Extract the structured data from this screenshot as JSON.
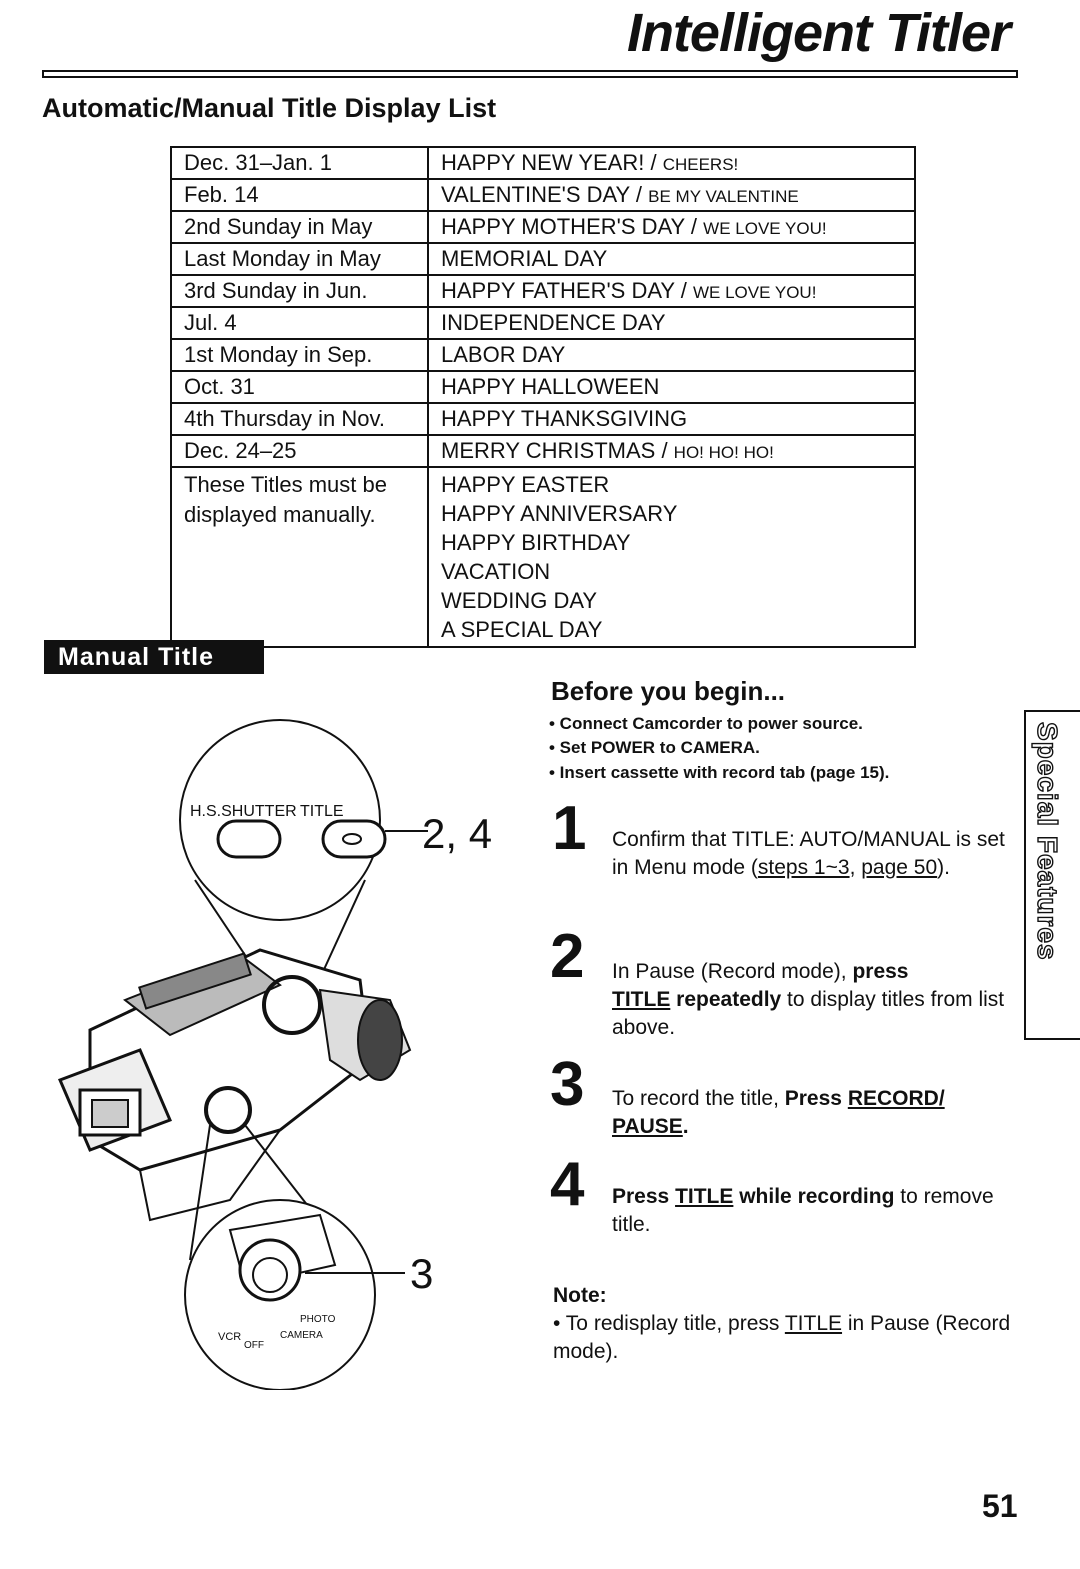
{
  "header": {
    "title": "Intelligent Titler",
    "subheading": "Automatic/Manual Title Display List"
  },
  "table": {
    "rows": [
      {
        "date": "Dec. 31–Jan. 1",
        "title_main": "HAPPY NEW YEAR! / ",
        "title_small": "CHEERS!"
      },
      {
        "date": "Feb. 14",
        "title_main": "VALENTINE'S DAY / ",
        "title_small": "BE MY VALENTINE"
      },
      {
        "date": "2nd Sunday in May",
        "title_main": "HAPPY MOTHER'S DAY / ",
        "title_small": "WE LOVE YOU!"
      },
      {
        "date": "Last Monday in May",
        "title_main": "MEMORIAL DAY",
        "title_small": ""
      },
      {
        "date": "3rd Sunday in Jun.",
        "title_main": "HAPPY FATHER'S DAY / ",
        "title_small": "WE LOVE YOU!"
      },
      {
        "date": "Jul. 4",
        "title_main": "INDEPENDENCE DAY",
        "title_small": ""
      },
      {
        "date": "1st Monday in Sep.",
        "title_main": "LABOR DAY",
        "title_small": ""
      },
      {
        "date": "Oct. 31",
        "title_main": "HAPPY HALLOWEEN",
        "title_small": ""
      },
      {
        "date": "4th Thursday in Nov.",
        "title_main": "HAPPY THANKSGIVING",
        "title_small": ""
      },
      {
        "date": "Dec. 24–25",
        "title_main": "MERRY CHRISTMAS / ",
        "title_small": "HO! HO! HO!"
      }
    ],
    "manual_note_line1": "These Titles must be",
    "manual_note_line2": "displayed manually.",
    "manual_titles": [
      "HAPPY EASTER",
      "HAPPY ANNIVERSARY",
      "HAPPY BIRTHDAY",
      "VACATION",
      "WEDDING DAY",
      "A SPECIAL DAY"
    ]
  },
  "section_badge": "Manual Title",
  "illustration": {
    "label_shutter": "H.S.SHUTTER",
    "label_title": "TITLE",
    "callout_24": "2, 4",
    "callout_3": "3",
    "dial_vcr": "VCR",
    "dial_off": "OFF",
    "dial_photo": "PHOTO",
    "dial_camera": "CAMERA"
  },
  "before": {
    "heading": "Before you begin...",
    "bullets": [
      "• Connect Camcorder to power source.",
      "• Set POWER to CAMERA.",
      "• Insert cassette with record tab (page 15)."
    ]
  },
  "steps": {
    "s1": {
      "num": "1",
      "a": "Confirm that TITLE: AUTO/MANUAL is set in Menu mode (",
      "link1": "steps 1~3",
      "b": ", ",
      "link2": "page 50",
      "c": ")."
    },
    "s2": {
      "num": "2",
      "a": "In Pause (Record mode), ",
      "bold1": "press",
      "link": "TITLE",
      "bold2": " repeatedly",
      "b": " to display titles from list above."
    },
    "s3": {
      "num": "3",
      "a": "To record the title, ",
      "bold1": "Press ",
      "link": "RECORD/ PAUSE",
      "c": "."
    },
    "s4": {
      "num": "4",
      "bold1": "Press ",
      "link": "TITLE",
      "bold2": " while recording",
      "b": " to remove title."
    }
  },
  "side_tab": "Special Features",
  "note": {
    "heading": "Note:",
    "a": "• To redisplay title, press ",
    "link": "TITLE",
    "b": " in Pause (Record mode)."
  },
  "page_number": "51"
}
